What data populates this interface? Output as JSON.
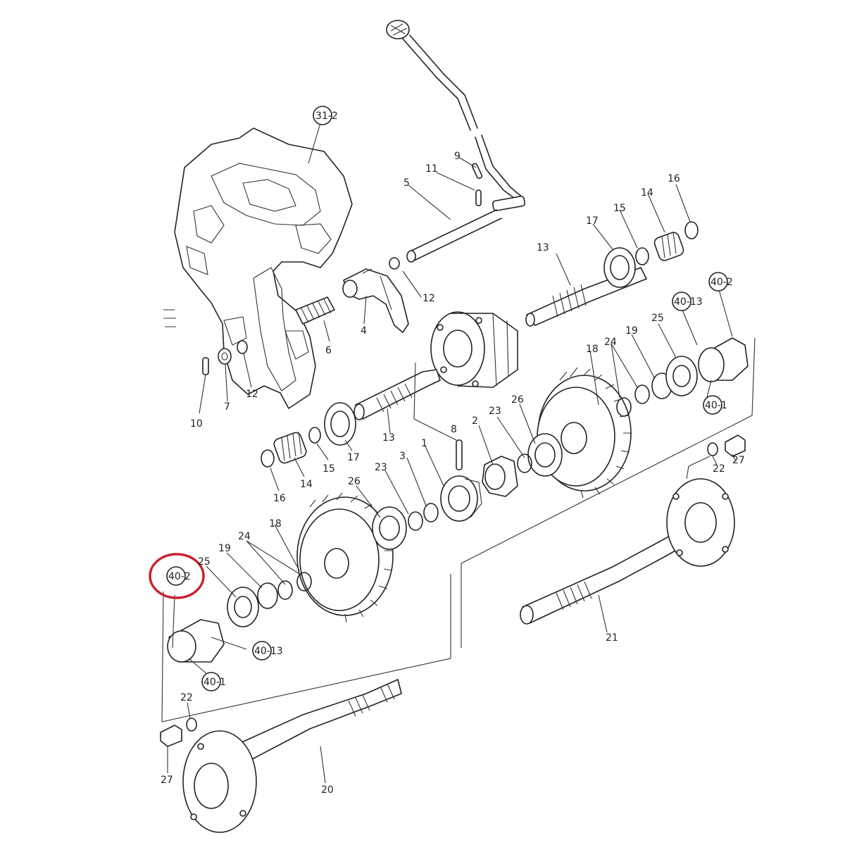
{
  "highlight_color": "#c8232c",
  "part_labels": {
    "p1_upper": "1",
    "p2": "2",
    "p3": "3",
    "p4": "4",
    "p5": "5",
    "p6": "6",
    "p7": "7",
    "p8": "8",
    "p9": "9",
    "p10": "10",
    "p11": "11",
    "p12_upper": "12",
    "p12_right": "12",
    "p12_left": "12",
    "p13_upper": "13",
    "p13_lower": "13",
    "p14_upper": "14",
    "p14_lower": "14",
    "p15_upper": "15",
    "p15_lower": "15",
    "p16_upper": "16",
    "p16_lower": "16",
    "p17_upper": "17",
    "p17_lower": "17",
    "p18_right": "18",
    "p18_left": "18",
    "p19_right": "19",
    "p19_left": "19",
    "p20": "20",
    "p21": "21",
    "p22_right": "22",
    "p22_left": "22",
    "p23_right": "23",
    "p23_left": "23",
    "p24_right": "24",
    "p24_left": "24",
    "p25_right": "25",
    "p25_left": "25",
    "p26_right": "26",
    "p26_left": "26",
    "p27_right": "27",
    "p27_left": "27"
  },
  "ref_labels": {
    "r31_2": "31-2",
    "r40_2_right": "40-2",
    "r40_13_right": "40-13",
    "r40_1_right": "40-1",
    "r40_2_left": "40-2",
    "r40_13_left": "40-13",
    "r40_1_left": "40-1"
  }
}
